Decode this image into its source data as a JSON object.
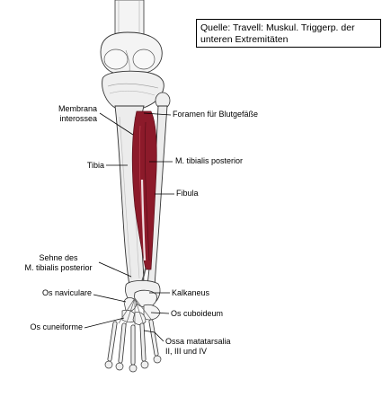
{
  "source": {
    "line1": "Quelle: Travell: Muskul. Triggerp. der",
    "line2": "unteren Extremitäten"
  },
  "labels": {
    "membrana_l1": "Membrana",
    "membrana_l2": "interossea",
    "foramen": "Foramen für Blutgefäße",
    "tibia": "Tibia",
    "muscle": "M. tibialis posterior",
    "fibula": "Fibula",
    "sehne_l1": "Sehne des",
    "sehne_l2": "M. tibialis posterior",
    "kalkaneus": "Kalkaneus",
    "naviculare": "Os naviculare",
    "cuboideum": "Os cuboideum",
    "cuneiforme": "Os cuneiforme",
    "ossa_l1": "Ossa matatarsalia",
    "ossa_l2": "II, III und IV"
  },
  "colors": {
    "bone_fill": "#f2f2f2",
    "bone_shade": "#b8b8b8",
    "outline": "#333333",
    "muscle": "#8c1a2a",
    "muscle_dark": "#5a0d18"
  }
}
